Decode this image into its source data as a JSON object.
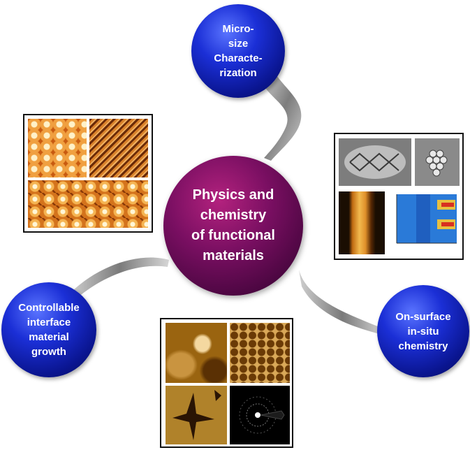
{
  "center": {
    "lines": [
      "Physics and",
      "chemistry",
      "of functional",
      "materials"
    ]
  },
  "topics": {
    "micro": {
      "lines": [
        "Micro-",
        "size",
        "Characte-",
        "rization"
      ]
    },
    "onsurface": {
      "lines": [
        "On-surface",
        "in-situ",
        "chemistry"
      ]
    },
    "growth": {
      "lines": [
        "Controllable",
        "interface",
        "material",
        "growth"
      ]
    }
  },
  "colors": {
    "blue_ball": "#1b2fd6",
    "center_ball": "#7a0f62",
    "ribbon": "#9a9a9a"
  }
}
